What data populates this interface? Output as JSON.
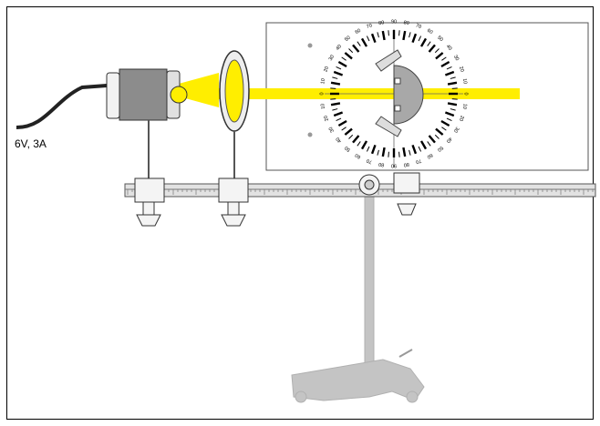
{
  "labels": {
    "power_supply": "6V, 3A"
  },
  "dial": {
    "marks": [
      "90",
      "80",
      "70",
      "60",
      "50",
      "40",
      "30",
      "20",
      "10",
      "0",
      "10",
      "20",
      "30",
      "40",
      "50",
      "60",
      "70",
      "80",
      "90",
      "80",
      "70",
      "60",
      "50",
      "40",
      "30",
      "20",
      "10",
      "0",
      "10",
      "20",
      "30",
      "40",
      "50",
      "60",
      "70",
      "80"
    ]
  },
  "colors": {
    "beam": "#ffee00",
    "stand": "#9a9a9a",
    "stand_light": "#c8c8c8",
    "lamp_body": "#8c8c8c",
    "rail": "#bdbdbd",
    "outline": "#000000"
  }
}
